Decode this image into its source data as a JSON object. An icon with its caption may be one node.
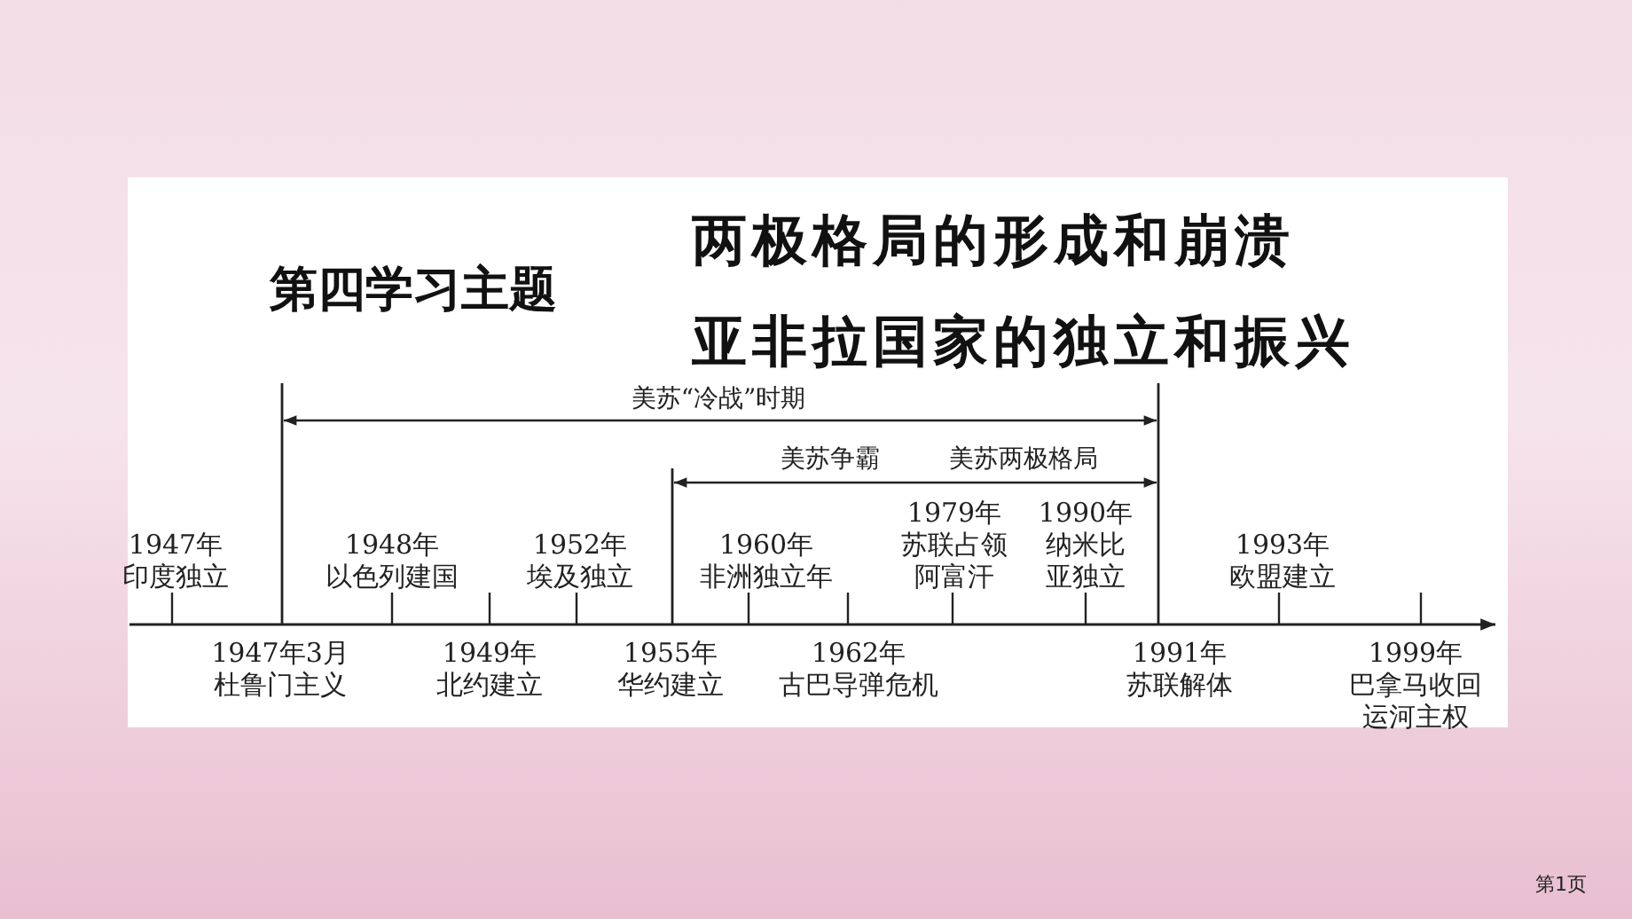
{
  "diagram": {
    "title": "第四学习主题",
    "labels": [
      "两极格局的形成和崩溃",
      "亚非拉国家的独立和振兴",
      "美苏“冷战”时期",
      "美苏争霸",
      "美苏两极格局",
      "1947年",
      "印度独立",
      "1948年",
      "以色列建国",
      "1952年",
      "埃及独立",
      "1960年",
      "非洲独立年",
      "1979年",
      "苏联占领阿富汗",
      "1990年",
      "纳米比亚独立",
      "1993年",
      "欧盟建立",
      "1947年3月",
      "杜鲁门主义",
      "1949年",
      "北约建立",
      "1955年",
      "华约建立",
      "1962年",
      "古巴导弹危机",
      "1991年",
      "苏联解体",
      "1999年",
      "巴拿马收回运河主权",
      "第1页"
    ]
  }
}
